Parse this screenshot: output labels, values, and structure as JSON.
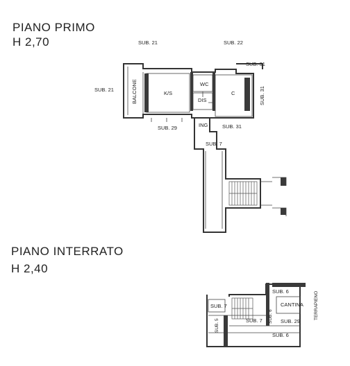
{
  "first_floor": {
    "title": "PIANO PRIMO",
    "height": "H 2,70",
    "labels": {
      "sub21_top": "SUB. 21",
      "sub22": "SUB. 22",
      "sub31_top": "SUB. 31",
      "sub21_left": "SUB. 21",
      "balcone": "BALCONE",
      "ks": "K/S",
      "wc": "WC",
      "c": "C",
      "sub31_right": "SUB. 31",
      "dis": "DIS",
      "sub29": "SUB. 29",
      "ing": "ING",
      "sub31_bottom": "SUB. 31",
      "sub7": "SUB. 7"
    }
  },
  "basement": {
    "title": "PIANO INTERRATO",
    "height": "H 2,40",
    "labels": {
      "sub6_top": "SUB. 6",
      "terrapieno": "TERRAPIENO",
      "cantina": "CANTINA",
      "sub7_small": "SUB. 7",
      "sub6_vert": "SUB. 6",
      "sub5": "SUB. 5",
      "sub7": "SUB. 7",
      "sub29": "SUB. 29",
      "sub6_bottom": "SUB. 6"
    }
  }
}
